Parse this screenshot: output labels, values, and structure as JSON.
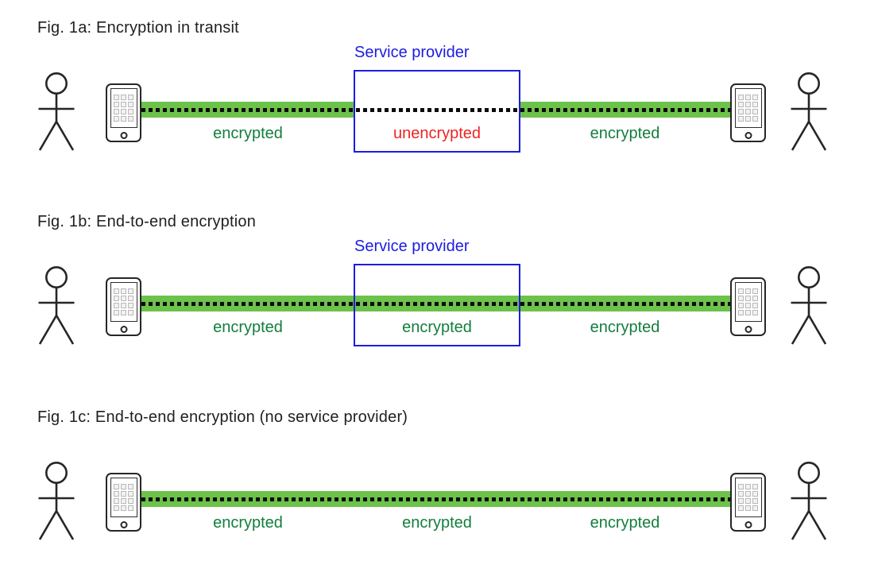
{
  "colors": {
    "channel_highlight_green": "#6cc24a",
    "encrypted_text_green": "#127e3d",
    "service_provider_blue": "#1c1ce0",
    "unencrypted_text_red": "#ee2424",
    "title_ink": "#1f1f1f"
  },
  "figures": [
    {
      "id": "fig-1a",
      "title": "Fig. 1a: Encryption in transit",
      "provider_label": "Service provider",
      "segments": {
        "left": "encrypted",
        "middle": "unencrypted",
        "right": "encrypted"
      }
    },
    {
      "id": "fig-1b",
      "title": "Fig. 1b: End-to-end encryption",
      "provider_label": "Service provider",
      "segments": {
        "left": "encrypted",
        "middle": "encrypted",
        "right": "encrypted"
      }
    },
    {
      "id": "fig-1c",
      "title": "Fig. 1c: End-to-end encryption (no service provider)",
      "segments": {
        "left": "encrypted",
        "middle": "encrypted",
        "right": "encrypted"
      }
    }
  ]
}
